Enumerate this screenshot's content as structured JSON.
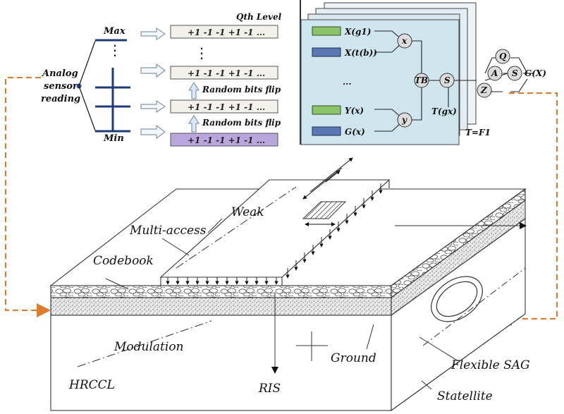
{
  "quantizer": {
    "title": "Qth Level",
    "max_label": "Max",
    "min_label": "Min",
    "analog_label": [
      "Analog",
      "sensor",
      "reading"
    ],
    "codes": [
      "+1 -1 -1 +1 -1 ...",
      "+1 -1 -1 +1 -1 ...",
      "+1 -1 -1 +1 -1 ...",
      "+1 -1 -1 +1 -1 ..."
    ],
    "flip_labels": [
      "Random bits flip",
      "Random bits flip"
    ],
    "vdots": "⋮",
    "colors": {
      "bar": "#1f3c78",
      "code_bg": "#f2f2ea",
      "code_min_bg": "#b8a6dc",
      "arrow": "#9aa8b8"
    }
  },
  "network": {
    "inputs": [
      "X(g1)",
      "X(t(b))",
      "Y(x)",
      "G(x)"
    ],
    "ellipsis": "...",
    "nodes": [
      "x",
      "y",
      "TB",
      "S",
      "Q",
      "A",
      "S",
      "Z"
    ],
    "labels": {
      "tgx": "T(gx)",
      "gx": "G(X)",
      "tf": "T=F1"
    },
    "colors": {
      "panel": "#cfe6ee",
      "green": "#8cc46a",
      "blue": "#5a78b4",
      "node": "#dddddd"
    }
  },
  "block": {
    "labels": {
      "weak": "Weak",
      "multi_access": "Multi-access",
      "codebook": "Codebook",
      "modulation": "Modulation",
      "hrccl": "HRCCL",
      "ris": "RIS",
      "ground": "Ground",
      "flexible_sag": "Flexible SAG",
      "satellite": "Statellite"
    },
    "colors": {
      "dashed": "#e07a28",
      "stroke": "#333333"
    }
  }
}
